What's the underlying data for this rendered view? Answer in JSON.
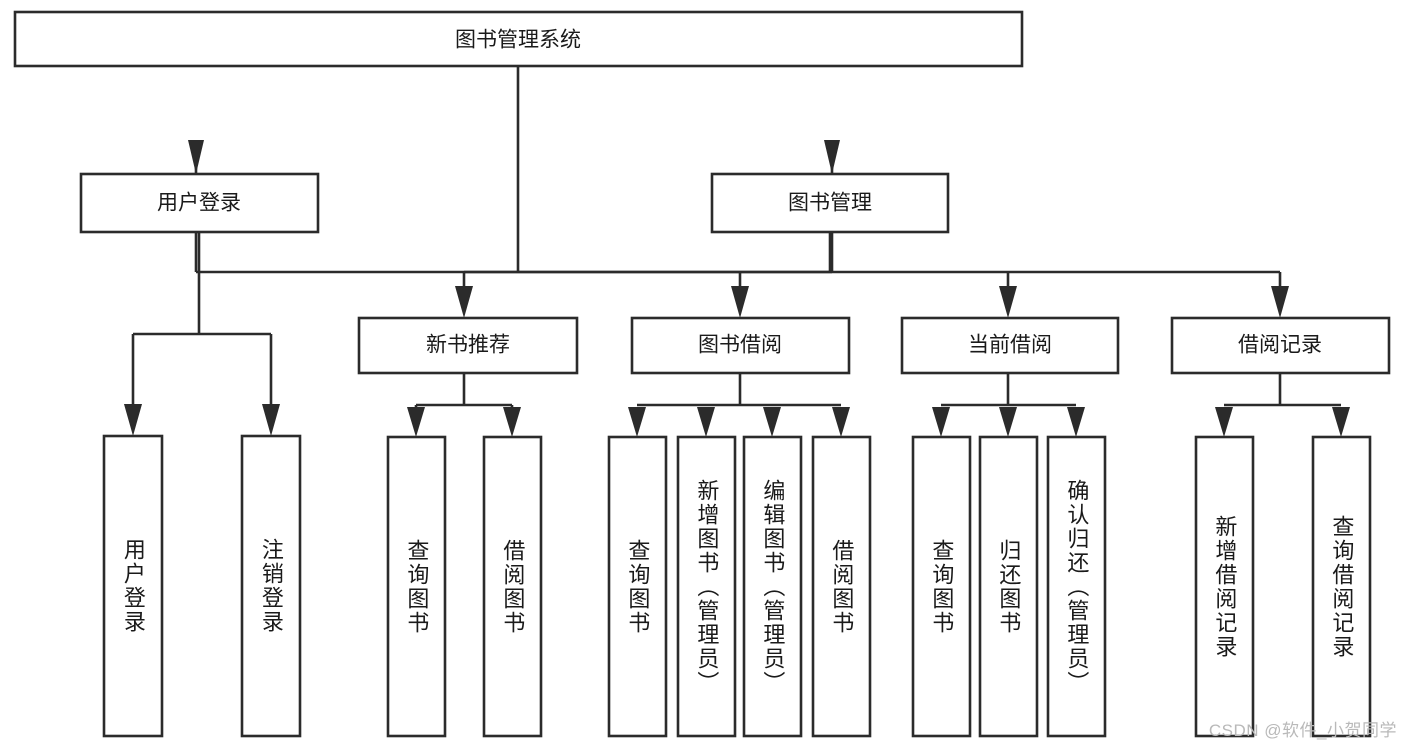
{
  "diagram": {
    "title": "图书管理系统",
    "type": "tree-hierarchy",
    "watermark": "CSDN @软件_小贺同学",
    "colors": {
      "background": "#ffffff",
      "box_stroke": "#2b2b2b",
      "box_fill": "#ffffff",
      "text": "#1a1a1a",
      "watermark": "#b9b9b9"
    },
    "root": {
      "label": "图书管理系统"
    },
    "level2": [
      {
        "label": "用户登录"
      },
      {
        "label": "图书管理"
      }
    ],
    "level3": [
      {
        "label": "新书推荐"
      },
      {
        "label": "图书借阅"
      },
      {
        "label": "当前借阅"
      },
      {
        "label": "借阅记录"
      }
    ],
    "leaves": {
      "user_login": [
        {
          "label": "用户登录"
        },
        {
          "label": "注销登录"
        }
      ],
      "new_book": [
        {
          "label": "查询图书"
        },
        {
          "label": "借阅图书"
        }
      ],
      "book_borrow": [
        {
          "label": "查询图书"
        },
        {
          "label": "新增图书（管理员）"
        },
        {
          "label": "编辑图书（管理员）"
        },
        {
          "label": "借阅图书"
        }
      ],
      "current_borrow": [
        {
          "label": "查询图书"
        },
        {
          "label": "归还图书"
        },
        {
          "label": "确认归还（管理员）"
        }
      ],
      "borrow_record": [
        {
          "label": "新增借阅记录"
        },
        {
          "label": "查询借阅记录"
        }
      ]
    }
  }
}
